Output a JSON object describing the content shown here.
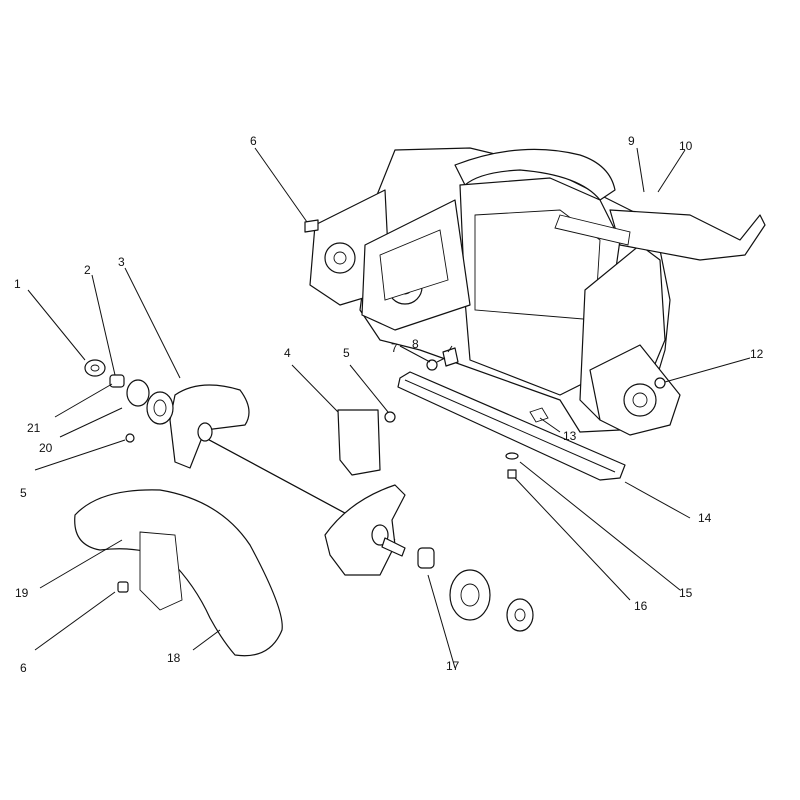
{
  "diagram": {
    "callouts": [
      "1",
      "2",
      "3",
      "4",
      "5",
      "5",
      "6",
      "6",
      "7",
      "8",
      "9",
      "10",
      "12",
      "13",
      "14",
      "15",
      "16",
      "17",
      "18",
      "19",
      "20",
      "21"
    ]
  }
}
